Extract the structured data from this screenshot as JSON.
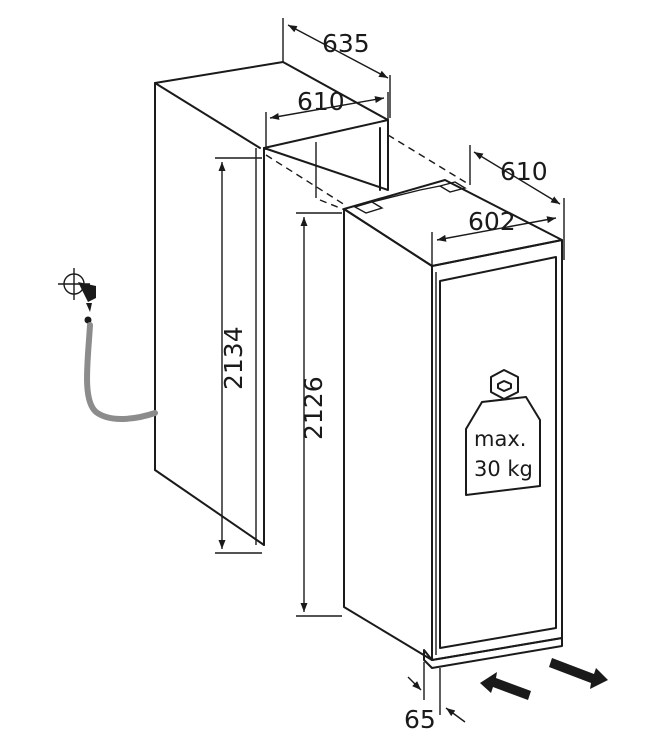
{
  "dimensions": {
    "niche_depth": "635",
    "niche_inner_depth": "610",
    "niche_height": "2134",
    "appliance_height": "2126",
    "appliance_depth": "610",
    "appliance_width": "602",
    "front_offset": "65"
  },
  "weight_label": {
    "line1": "max.",
    "line2": "30 kg"
  }
}
